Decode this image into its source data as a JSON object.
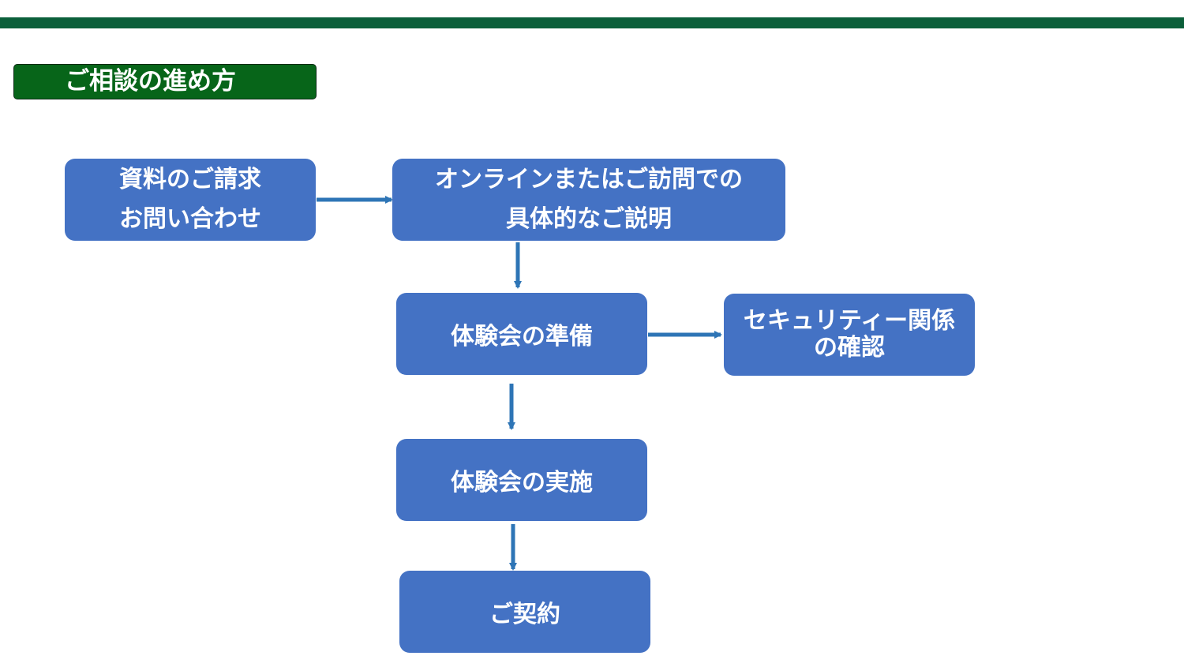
{
  "title": "ご相談の進め方",
  "colors": {
    "top_bar": "#0b5f3a",
    "title_badge": "#076519",
    "node_fill": "#4472c4",
    "arrow": "#2e75b6",
    "text": "#ffffff"
  },
  "nodes": {
    "request": [
      "資料のご請求",
      "お問い合わせ"
    ],
    "explanation": [
      "オンラインまたはご訪問での",
      "具体的なご説明"
    ],
    "preparation": [
      "体験会の準備"
    ],
    "security": [
      "セキュリティー関係",
      "の確認"
    ],
    "implementation": [
      "体験会の実施"
    ],
    "contract": [
      "ご契約"
    ]
  },
  "edges": [
    [
      "request",
      "explanation"
    ],
    [
      "explanation",
      "preparation"
    ],
    [
      "preparation",
      "security"
    ],
    [
      "preparation",
      "implementation"
    ],
    [
      "implementation",
      "contract"
    ]
  ]
}
